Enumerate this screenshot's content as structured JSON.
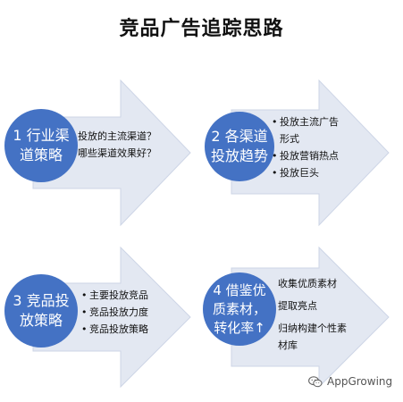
{
  "title": "竞品广告追踪思路",
  "colors": {
    "circle": "#4472c4",
    "arrow_fill": "#e3e8f2",
    "arrow_stroke": "#cdd5e6"
  },
  "panels": [
    {
      "circle_text": "1 行业渠道策略",
      "items": [
        "投放的主流渠道？",
        "哪些渠道效果好？"
      ]
    },
    {
      "circle_text": "2 各渠道投放趋势",
      "items": [
        "投放主流广告形式",
        "投放营销热点",
        "投放巨头"
      ]
    },
    {
      "circle_text": "3 竞品投放策略",
      "items": [
        "主要投放竞品",
        "竞品投放力度",
        "竞品投放策略"
      ]
    },
    {
      "circle_text": "4 借鉴优质素材，转化率↑",
      "items": [
        "收集优质素材",
        "提取亮点",
        "归纳构建个性素材库"
      ]
    }
  ],
  "watermark": {
    "icon": "wechat-icon",
    "text": "AppGrowing"
  }
}
